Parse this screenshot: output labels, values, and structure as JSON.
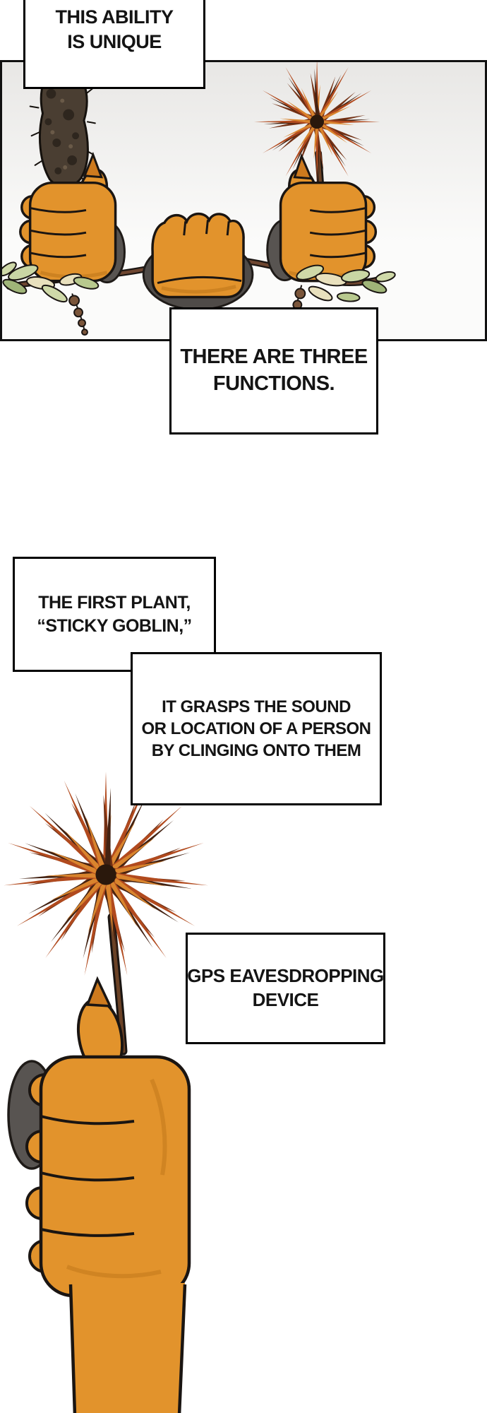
{
  "bubbles": {
    "unique": {
      "line1": "THIS ABILITY",
      "line2": "IS UNIQUE"
    },
    "three_functions": {
      "line1": "THERE ARE THREE",
      "line2": "FUNCTIONS."
    },
    "first_plant": {
      "line1": "THE FIRST PLANT,",
      "line2": "“STICKY GOBLIN,”"
    },
    "grasps": {
      "line1": "IT GRASPS THE SOUND",
      "line2": "OR LOCATION OF A PERSON",
      "line3": "BY CLINGING ONTO THEM"
    },
    "gps": {
      "line1": "GPS EAVESDROPPING",
      "line2": "DEVICE"
    }
  },
  "colors": {
    "caption_bg": "#ffffff",
    "caption_border": "#000000",
    "text": "#141414",
    "panel_border": "#111111",
    "skin": "#e2932c",
    "skin_shadow": "#c57a1c",
    "outline": "#1a1512",
    "burst_orange": "#b14a1e",
    "burst_amber": "#d9842d",
    "burst_dark": "#432212",
    "fuzz_plant": "#4a3e32",
    "leaf_green": "#c9d6a4",
    "leaf_cream": "#e8e0bd",
    "vine_brown": "#6e4630",
    "gray_object": "#585451"
  },
  "artwork": {
    "top_panel": "three-fists-holding-plants",
    "left_plant": "fuzzy-club-plant",
    "center": "fist-gripping-vine-with-leaves",
    "right_plant": "spiky-burst-plant",
    "bottom": "spiky-burst-plant-in-fist"
  }
}
